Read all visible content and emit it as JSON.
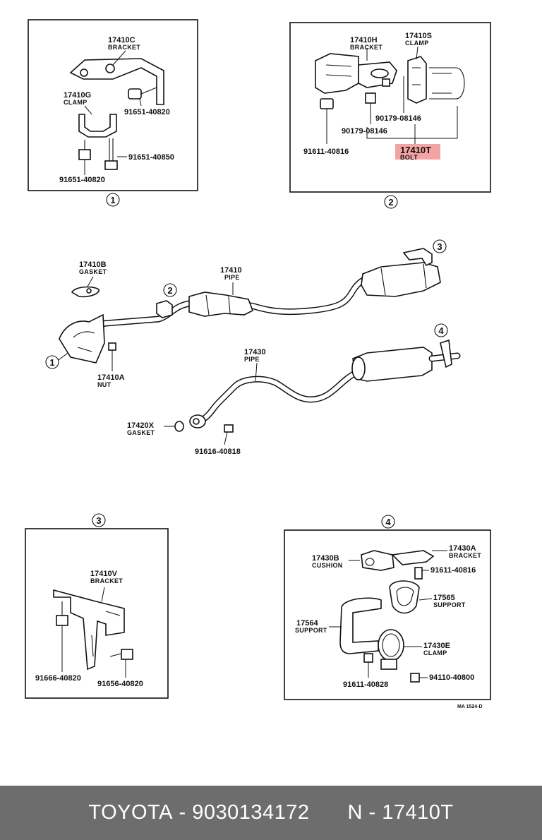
{
  "views": {
    "v1": {
      "number": "1",
      "bracket": {
        "pn": "17410C",
        "name": "BRACKET"
      },
      "clamp": {
        "pn": "17410G",
        "name": "CLAMP"
      },
      "bolt_a": "91651-40820",
      "bolt_b": "91651-40850",
      "bolt_c": "91651-40820"
    },
    "v2": {
      "number": "2",
      "bracket": {
        "pn": "17410H",
        "name": "BRACKET"
      },
      "clamp": {
        "pn": "17410S",
        "name": "CLAMP"
      },
      "nut_a": "90179-08146",
      "nut_b": "90179-08146",
      "bolt_a": "91611-40816",
      "target": {
        "pn": "17410T",
        "name": "BOLT"
      }
    },
    "main": {
      "gasket_b": {
        "pn": "17410B",
        "name": "GASKET"
      },
      "pipe_17410": {
        "pn": "17410",
        "name": "PIPE"
      },
      "nut_a": {
        "pn": "17410A",
        "name": "NUT"
      },
      "pipe_17430": {
        "pn": "17430",
        "name": "PIPE"
      },
      "gasket_x": {
        "pn": "17420X",
        "name": "GASKET"
      },
      "bolt": "91616-40818",
      "callout_1": "1",
      "callout_2": "2",
      "callout_3": "3",
      "callout_4": "4"
    },
    "v3": {
      "number": "3",
      "bracket": {
        "pn": "17410V",
        "name": "BRACKET"
      },
      "bolt_a": "91666-40820",
      "bolt_b": "91656-40820"
    },
    "v4": {
      "number": "4",
      "cushion": {
        "pn": "17430B",
        "name": "CUSHION"
      },
      "bracket": {
        "pn": "17430A",
        "name": "BRACKET"
      },
      "bolt_a": "91611-40816",
      "support_a": {
        "pn": "17565",
        "name": "SUPPORT"
      },
      "support_b": {
        "pn": "17564",
        "name": "SUPPORT"
      },
      "clamp": {
        "pn": "17430E",
        "name": "CLAMP"
      },
      "bolt_b": "91611-40828",
      "nut": "94110-40800"
    },
    "drawing_code": "MA 1524-D"
  },
  "footer": {
    "brand": "TOYOTA",
    "sep1": " - ",
    "oem_number": "9030134172",
    "n_label": "N",
    "sep2": " - ",
    "part_code": "17410T"
  },
  "colors": {
    "footer_bg": "#6d6d6d",
    "highlight": "#f4a3a3"
  }
}
